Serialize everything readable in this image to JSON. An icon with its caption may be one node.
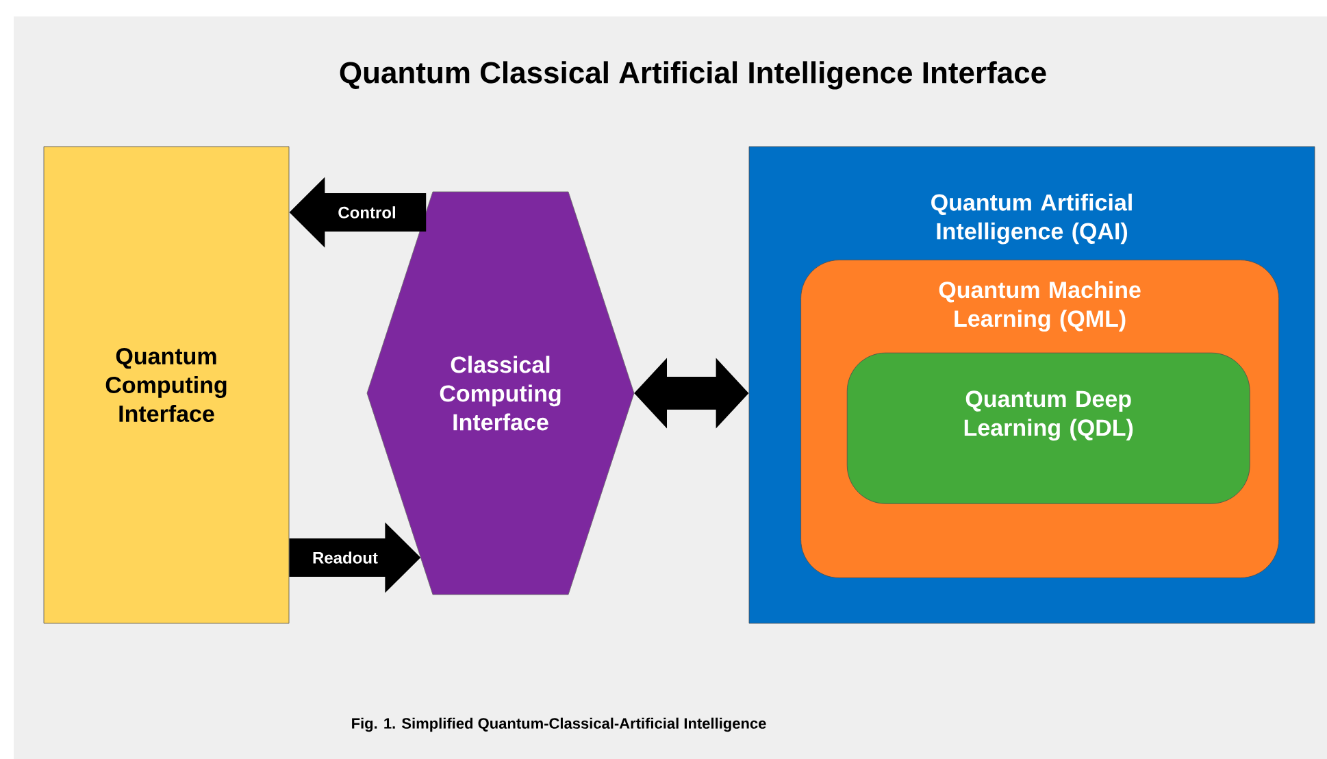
{
  "diagram": {
    "title": "Quantum Classical Artificial Intelligence Interface",
    "caption": "Fig. 1. Simplified Quantum-Classical-Artificial Intelligence",
    "nodes": [
      {
        "text": [
          "Quantum Computing Interface"
        ]
      },
      {
        "text": [
          "Classical Computing Interface"
        ]
      },
      {
        "text": [
          "Quantum Artificial Intelligence (QAI)"
        ]
      },
      {
        "text": [
          "Quantum Machine Learning (QML)"
        ],
        "in": 2
      },
      {
        "text": [
          "Quantum Deep Learning (QDL)"
        ],
        "in": 3
      }
    ],
    "edges": [
      {
        "from": 1,
        "to": 0,
        "arrow": "to",
        "label": "Control"
      },
      {
        "from": 0,
        "to": 1,
        "arrow": "to",
        "label": "Readout"
      },
      {
        "from": 1,
        "to": 2,
        "arrow": "both"
      }
    ]
  }
}
